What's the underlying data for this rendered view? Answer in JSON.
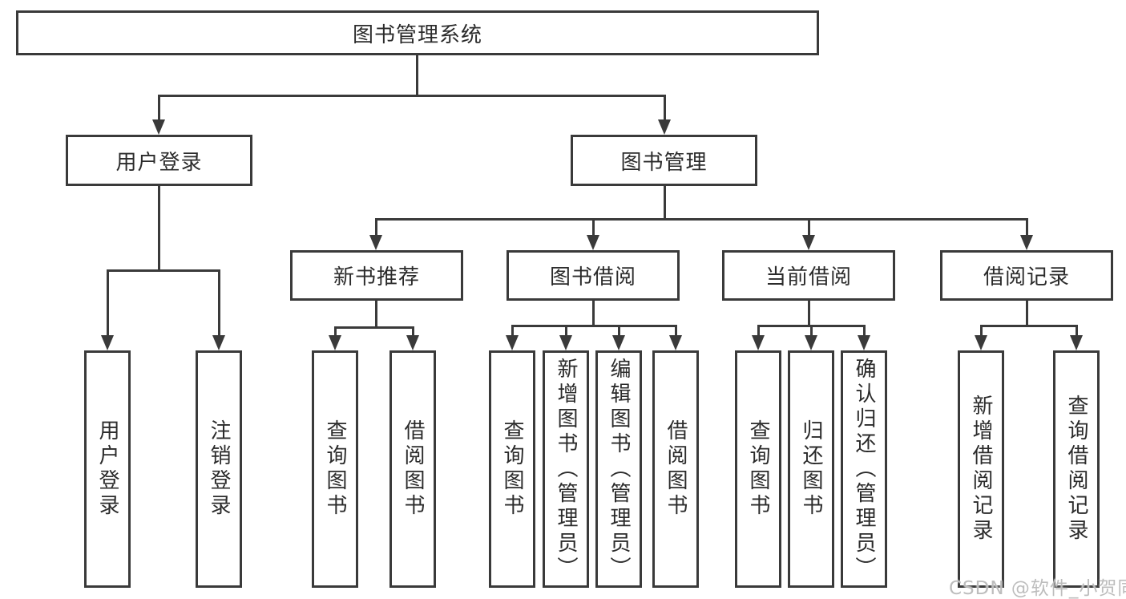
{
  "diagram_type": "hierarchy-tree",
  "colors": {
    "line": "#3a3a3a",
    "text": "#2b2b2b",
    "box_background": "#ffffff",
    "page_background": "#ffffff",
    "watermark": "#b9b9b9"
  },
  "watermark": {
    "text": "CSDN @软件_小贺同学"
  },
  "nodes": {
    "system": {
      "label": "图书管理系统"
    },
    "user_login": {
      "label": "用户登录"
    },
    "book_mgmt": {
      "label": "图书管理"
    },
    "new_book_rec": {
      "label": "新书推荐"
    },
    "book_borrow": {
      "label": "图书借阅"
    },
    "current_borrow": {
      "label": "当前借阅"
    },
    "borrow_records": {
      "label": "借阅记录"
    },
    "leaf_user_login": {
      "label": "用户登录"
    },
    "leaf_logout": {
      "label": "注销登录"
    },
    "leaf_query_books_rec": {
      "label": "查询图书"
    },
    "leaf_borrow_books_rec": {
      "label": "借阅图书"
    },
    "leaf_query_books_borrow": {
      "label": "查询图书"
    },
    "leaf_add_books": {
      "label": "新增图书（管理员）"
    },
    "leaf_edit_books": {
      "label": "编辑图书（管理员）"
    },
    "leaf_borrow_books": {
      "label": "借阅图书"
    },
    "leaf_query_books_current": {
      "label": "查询图书"
    },
    "leaf_return_books": {
      "label": "归还图书"
    },
    "leaf_confirm_return": {
      "label": "确认归还（管理员）"
    },
    "leaf_add_borrow_record": {
      "label": "新增借阅记录"
    },
    "leaf_query_borrow_record": {
      "label": "查询借阅记录"
    }
  },
  "structure": {
    "图书管理系统": {
      "用户登录": [
        "用户登录",
        "注销登录"
      ],
      "图书管理": {
        "新书推荐": [
          "查询图书",
          "借阅图书"
        ],
        "图书借阅": [
          "查询图书",
          "新增图书（管理员）",
          "编辑图书（管理员）",
          "借阅图书"
        ],
        "当前借阅": [
          "查询图书",
          "归还图书",
          "确认归还（管理员）"
        ],
        "借阅记录": [
          "新增借阅记录",
          "查询借阅记录"
        ]
      }
    }
  }
}
